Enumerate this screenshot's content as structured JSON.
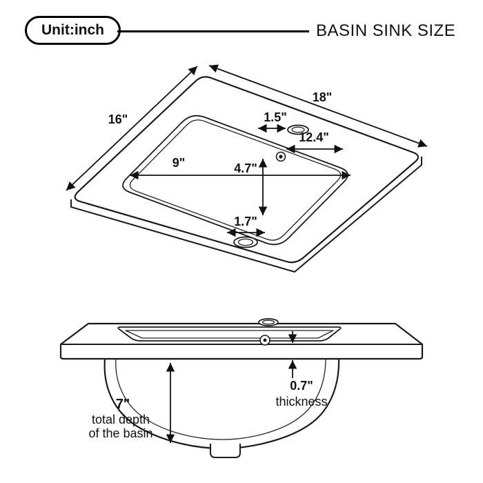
{
  "header": {
    "unit_label": "Unit:inch",
    "title": "BASIN SINK SIZE"
  },
  "top_view": {
    "width": "18\"",
    "depth": "16\"",
    "faucet_hole": "1.5\"",
    "overflow_distance": "12.4\"",
    "basin_width": "9\"",
    "basin_depth": "4.7\"",
    "drain_hole": "1.7\""
  },
  "side_view": {
    "depth_value": "7\"",
    "depth_caption_1": "total depth",
    "depth_caption_2": "of the basin",
    "thickness_value": "0.7\"",
    "thickness_caption": "thickness"
  }
}
